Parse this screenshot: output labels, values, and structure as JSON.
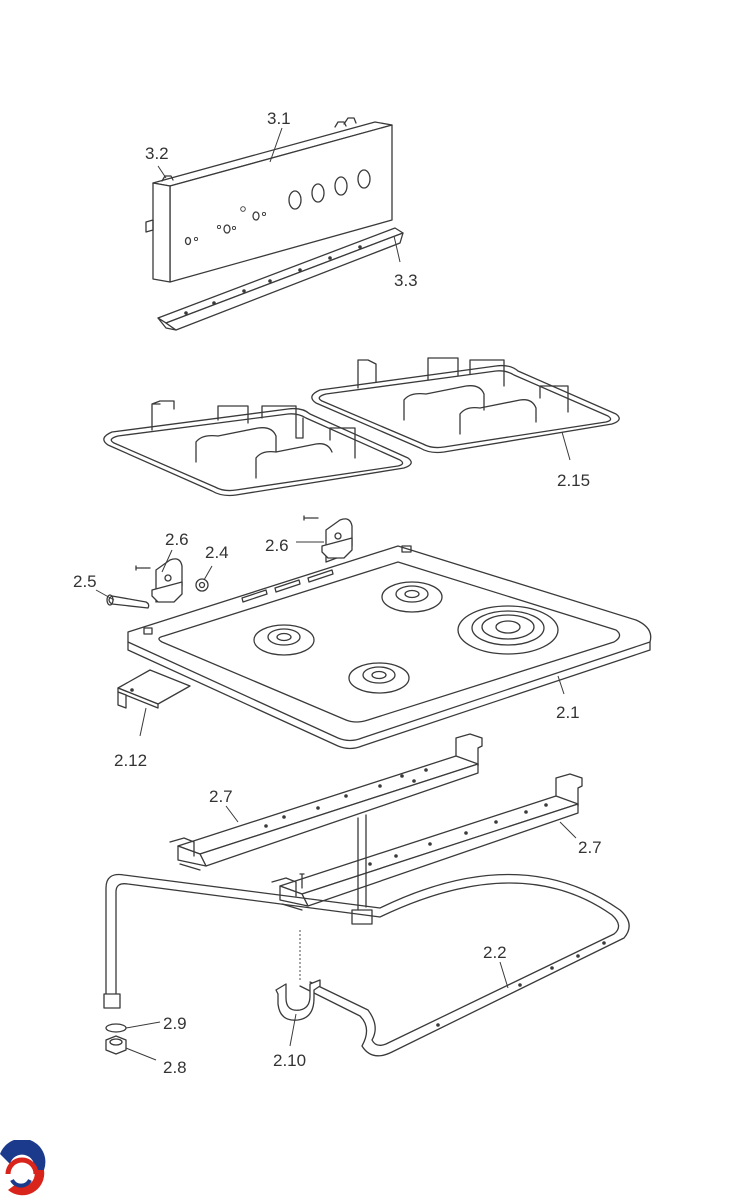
{
  "labels": {
    "p3_1": "3.1",
    "p3_2": "3.2",
    "p3_3": "3.3",
    "p2_15": "2.15",
    "p2_6_left": "2.6",
    "p2_6_right": "2.6",
    "p2_4": "2.4",
    "p2_5": "2.5",
    "p2_1": "2.1",
    "p2_12": "2.12",
    "p2_7_left": "2.7",
    "p2_7_right": "2.7",
    "p2_2": "2.2",
    "p2_9": "2.9",
    "p2_8": "2.8",
    "p2_10": "2.10"
  },
  "logo": {
    "icon": "brand-logo-icon",
    "colors": [
      "#1b3a8c",
      "#d9241c"
    ]
  }
}
